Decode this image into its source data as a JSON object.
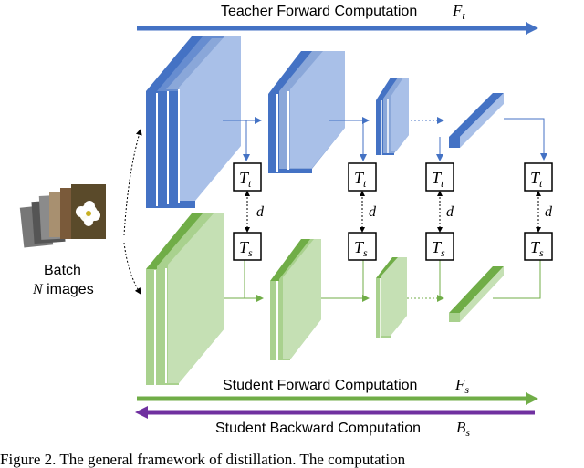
{
  "teacher": {
    "label": "Teacher Forward Computation",
    "symbol": "F",
    "symbol_sub": "t",
    "color": "#4472c4",
    "fill_light": "#a9c0e8",
    "fill_side": "#8aa7d9"
  },
  "student": {
    "forward_label": "Student Forward Computation",
    "forward_symbol": "F",
    "forward_sub": "s",
    "backward_label": "Student Backward Computation",
    "backward_symbol": "B",
    "backward_sub": "s",
    "color": "#70ad47",
    "fill_light": "#c5e0b4",
    "fill_side": "#a9d18e",
    "backward_color": "#7030a0"
  },
  "batch": {
    "line1": "Batch",
    "line2_var": "N",
    "line2_rest": " images"
  },
  "transform": {
    "symbol": "T",
    "teacher_sub": "t",
    "student_sub": "s",
    "distance": "d"
  },
  "caption": "Figure 2. The general framework of distillation. The computation"
}
